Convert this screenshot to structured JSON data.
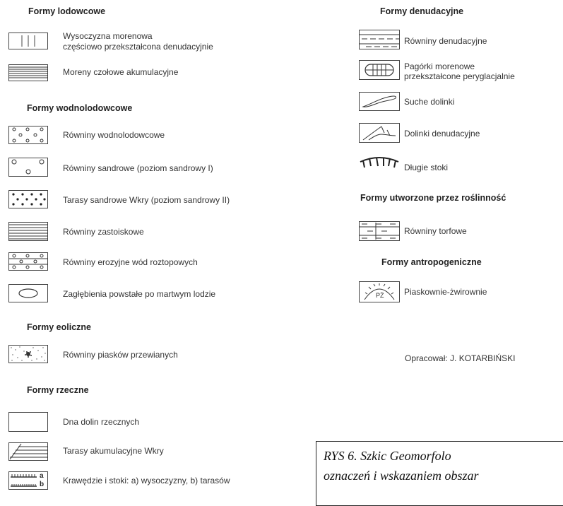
{
  "left": {
    "sec_glacial": "Formy lodowcowe",
    "glacial_1_l1": "Wysoczyzna morenowa",
    "glacial_1_l2": "częściowo przekształcona denudacyjnie",
    "glacial_2": "Moreny czołowe akumulacyjne",
    "sec_fluvioglacial": "Formy wodnolodowcowe",
    "fg_1": "Równiny wodnolodowcowe",
    "fg_2": "Równiny sandrowe (poziom sandrowy I)",
    "fg_3": "Tarasy sandrowe Wkry (poziom sandrowy II)",
    "fg_4": "Równiny zastoiskowe",
    "fg_5": "Równiny erozyjne wód roztopowych",
    "fg_6": "Zagłębienia powstałe po martwym lodzie",
    "sec_aeolian": "Formy eoliczne",
    "ae_1": "Równiny piasków przewianych",
    "sec_fluvial": "Formy rzeczne",
    "fl_1": "Dna dolin rzecznych",
    "fl_2": "Tarasy akumulacyjne Wkry",
    "fl_3": "Krawędzie i stoki:  a)  wysoczyzny,  b)  tarasów",
    "fl_3_a": "a",
    "fl_3_b": "b"
  },
  "right": {
    "sec_denudation": "Formy denudacyjne",
    "den_1": "Równiny denudacyjne",
    "den_2_l1": "Pagórki morenowe",
    "den_2_l2": "przekształcone peryglacjalnie",
    "den_3": "Suche dolinki",
    "den_4": "Dolinki denudacyjne",
    "den_5": "Długie stoki",
    "sec_vegetation": "Formy utworzone przez roślinność",
    "veg_1": "Równiny torfowe",
    "sec_anthropogenic": "Formy antropogeniczne",
    "ant_1": "Piaskownie-żwirownie",
    "ant_1_symbol_text": "PŻ",
    "author": "Opracował:  J. KOTARBIŃSKI"
  },
  "caption": {
    "line1": "RYS  6.   Szkic   Geomorfolo",
    "line2": "oznaczeń i wskazaniem obszar"
  },
  "icons": [
    "glacial-upland-icon",
    "end-moraine-icon",
    "outwash-circles-icon",
    "sandur-plain-icon",
    "dotted-terrace-icon",
    "ice-dammed-plain-icon",
    "erosional-plain-icon",
    "dead-ice-hollow-icon",
    "aeolian-sand-icon",
    "valley-floor-icon",
    "accumulation-terrace-icon",
    "edge-slope-icon",
    "denudation-plain-icon",
    "periglacial-hill-icon",
    "dry-valley-icon",
    "denudation-valley-icon",
    "long-slope-icon",
    "peat-plain-icon",
    "gravel-pit-icon"
  ]
}
